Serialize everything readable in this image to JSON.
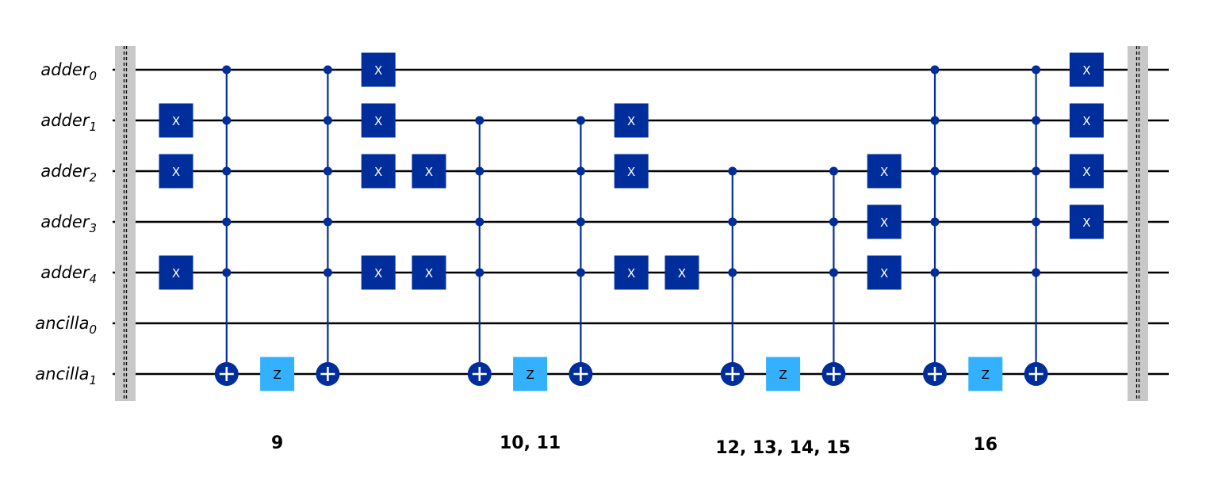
{
  "qubits": [
    {
      "name": "adder",
      "sub": "0"
    },
    {
      "name": "adder",
      "sub": "1"
    },
    {
      "name": "adder",
      "sub": "2"
    },
    {
      "name": "adder",
      "sub": "3"
    },
    {
      "name": "adder",
      "sub": "4"
    },
    {
      "name": "ancilla",
      "sub": "0"
    },
    {
      "name": "ancilla",
      "sub": "1"
    }
  ],
  "colors": {
    "x_gate": "#002d9c",
    "z_gate": "#33b1ff",
    "control": "#002d9c",
    "x_text": "#ffffff",
    "z_text": "#000000"
  },
  "gates": [
    {
      "type": "x",
      "qubit": 1,
      "col": 1,
      "label": "X"
    },
    {
      "type": "x",
      "qubit": 2,
      "col": 1,
      "label": "X"
    },
    {
      "type": "x",
      "qubit": 4,
      "col": 1,
      "label": "X"
    },
    {
      "type": "mcx",
      "controls": [
        0,
        1,
        2,
        3,
        4
      ],
      "target": 6,
      "col": 2
    },
    {
      "type": "z",
      "qubit": 6,
      "col": 3,
      "label": "Z"
    },
    {
      "type": "mcx",
      "controls": [
        0,
        1,
        2,
        3,
        4
      ],
      "target": 6,
      "col": 4
    },
    {
      "type": "x",
      "qubit": 0,
      "col": 5,
      "label": "X"
    },
    {
      "type": "x",
      "qubit": 1,
      "col": 5,
      "label": "X"
    },
    {
      "type": "x",
      "qubit": 2,
      "col": 5,
      "label": "X"
    },
    {
      "type": "x",
      "qubit": 4,
      "col": 5,
      "label": "X"
    },
    {
      "type": "x",
      "qubit": 2,
      "col": 6,
      "label": "X"
    },
    {
      "type": "x",
      "qubit": 4,
      "col": 6,
      "label": "X"
    },
    {
      "type": "mcx",
      "controls": [
        1,
        2,
        3,
        4
      ],
      "target": 6,
      "col": 7
    },
    {
      "type": "z",
      "qubit": 6,
      "col": 8,
      "label": "Z"
    },
    {
      "type": "mcx",
      "controls": [
        1,
        2,
        3,
        4
      ],
      "target": 6,
      "col": 9
    },
    {
      "type": "x",
      "qubit": 1,
      "col": 10,
      "label": "X"
    },
    {
      "type": "x",
      "qubit": 2,
      "col": 10,
      "label": "X"
    },
    {
      "type": "x",
      "qubit": 4,
      "col": 10,
      "label": "X"
    },
    {
      "type": "x",
      "qubit": 4,
      "col": 11,
      "label": "X"
    },
    {
      "type": "mcx",
      "controls": [
        2,
        3,
        4
      ],
      "target": 6,
      "col": 12
    },
    {
      "type": "z",
      "qubit": 6,
      "col": 13,
      "label": "Z"
    },
    {
      "type": "mcx",
      "controls": [
        2,
        3,
        4
      ],
      "target": 6,
      "col": 14
    },
    {
      "type": "x",
      "qubit": 2,
      "col": 15,
      "label": "X"
    },
    {
      "type": "x",
      "qubit": 3,
      "col": 15,
      "label": "X"
    },
    {
      "type": "x",
      "qubit": 4,
      "col": 15,
      "label": "X"
    },
    {
      "type": "mcx",
      "controls": [
        0,
        1,
        2,
        3,
        4
      ],
      "target": 6,
      "col": 16
    },
    {
      "type": "z",
      "qubit": 6,
      "col": 17,
      "label": "Z"
    },
    {
      "type": "mcx",
      "controls": [
        0,
        1,
        2,
        3,
        4
      ],
      "target": 6,
      "col": 18
    },
    {
      "type": "x",
      "qubit": 0,
      "col": 19,
      "label": "X"
    },
    {
      "type": "x",
      "qubit": 1,
      "col": 19,
      "label": "X"
    },
    {
      "type": "x",
      "qubit": 2,
      "col": 19,
      "label": "X"
    },
    {
      "type": "x",
      "qubit": 3,
      "col": 19,
      "label": "X"
    }
  ],
  "groups": [
    {
      "label": "9",
      "col": 3
    },
    {
      "label": "10, 11",
      "col": 8
    },
    {
      "label": "12, 13, 14, 15",
      "col": 13
    },
    {
      "label": "16",
      "col": 17
    }
  ]
}
